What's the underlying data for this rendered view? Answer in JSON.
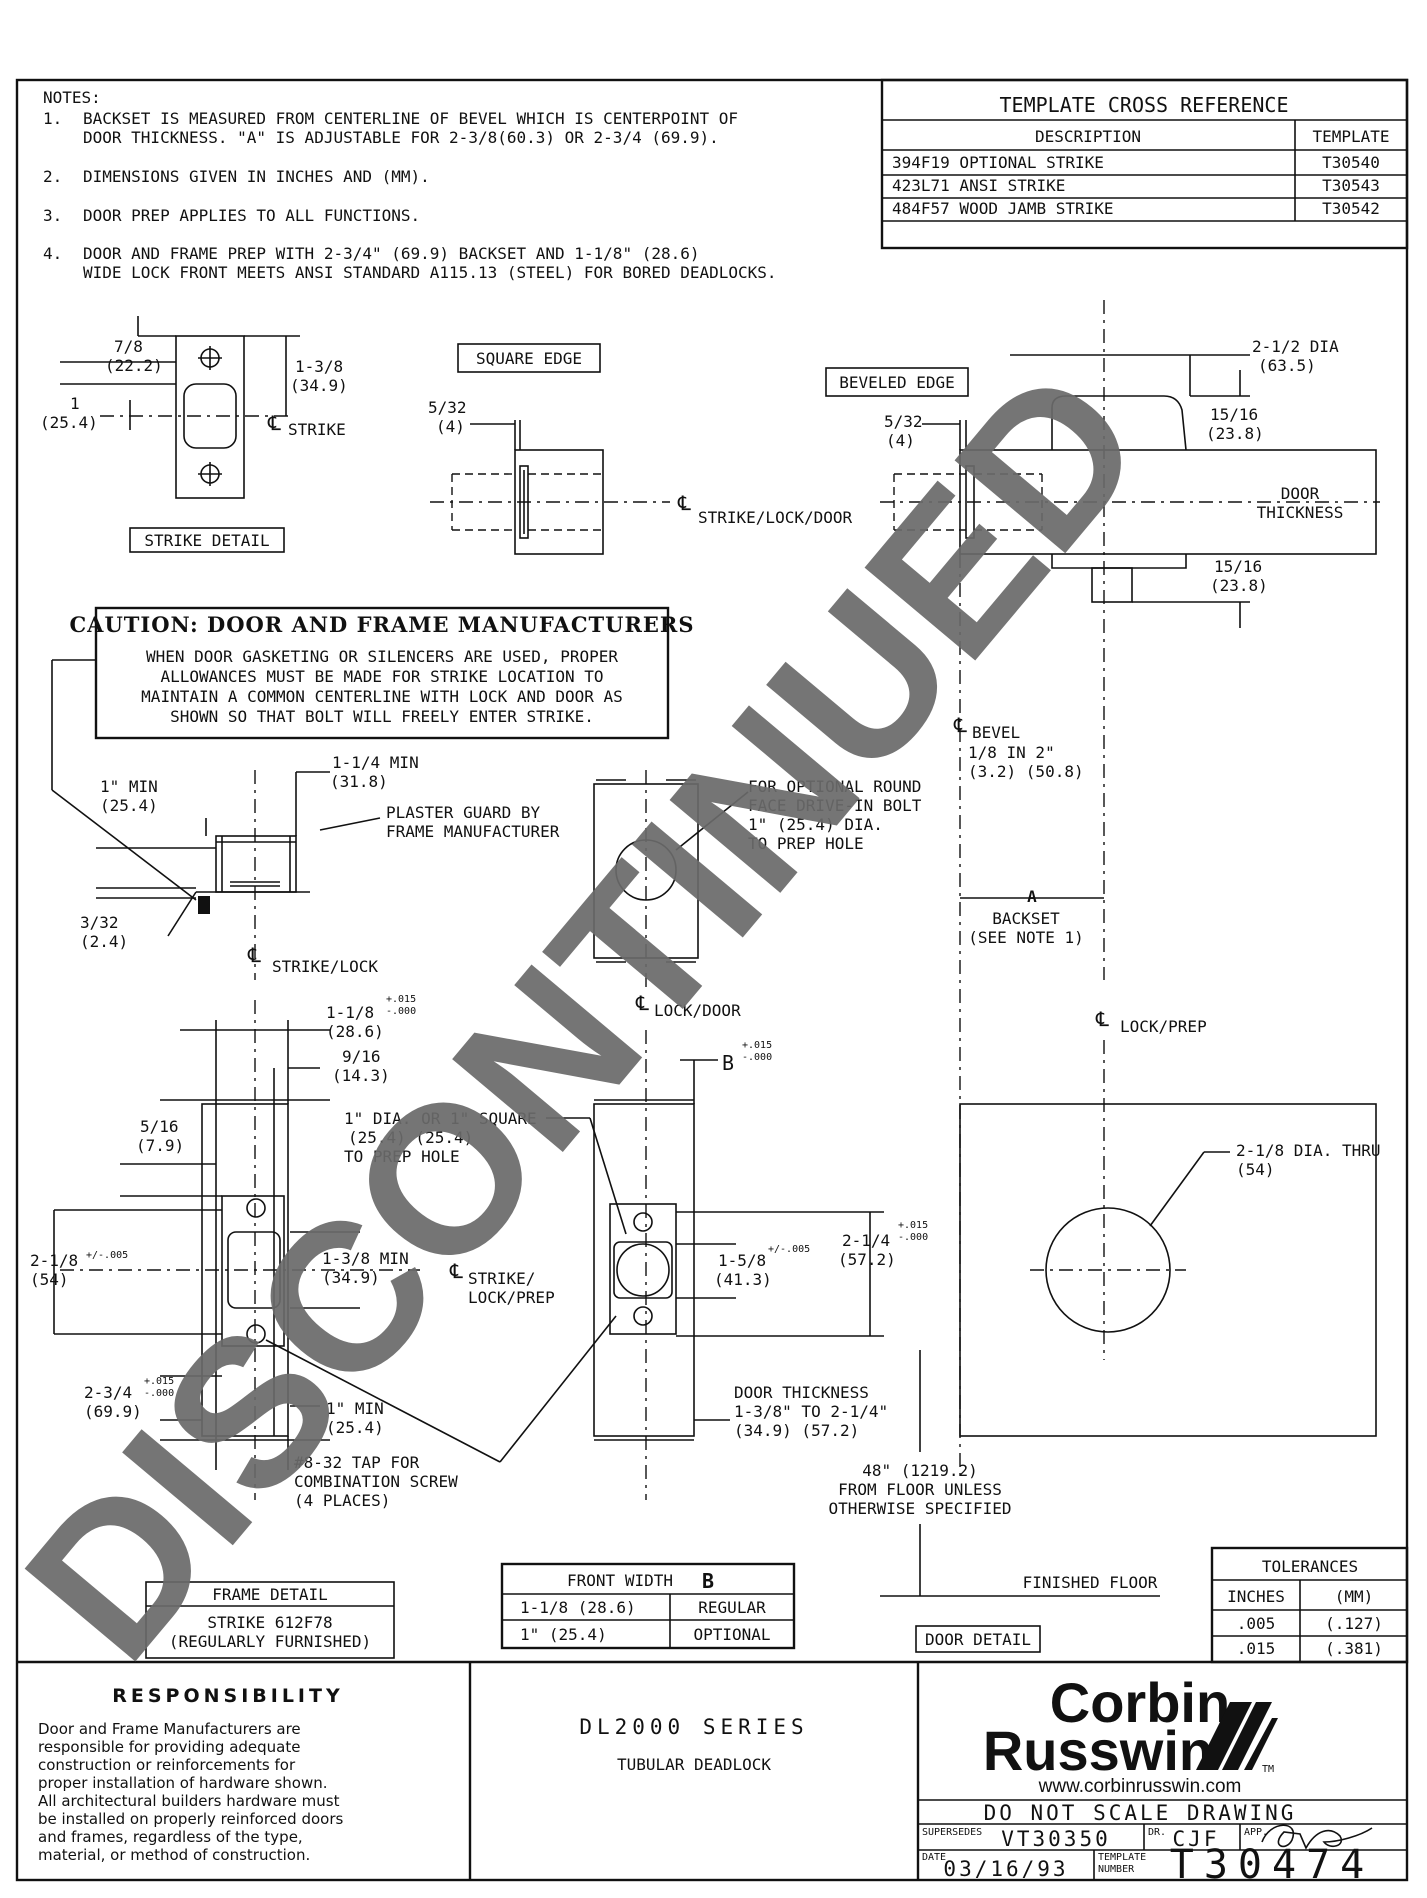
{
  "notes": {
    "heading": "NOTES:",
    "items": [
      {
        "num": "1.",
        "line1": "BACKSET IS MEASURED FROM CENTERLINE OF BEVEL WHICH IS CENTERPOINT OF",
        "line2": "DOOR THICKNESS.  \"A\" IS ADJUSTABLE FOR 2-3/8(60.3) OR 2-3/4 (69.9)."
      },
      {
        "num": "2.",
        "line1": "DIMENSIONS GIVEN IN INCHES AND (MM).",
        "line2": ""
      },
      {
        "num": "3.",
        "line1": "DOOR PREP APPLIES TO ALL FUNCTIONS.",
        "line2": ""
      },
      {
        "num": "4.",
        "line1": "DOOR AND FRAME PREP WITH 2-3/4\" (69.9) BACKSET AND 1-1/8\" (28.6)",
        "line2": "WIDE LOCK FRONT MEETS ANSI STANDARD A115.13 (STEEL) FOR BORED DEADLOCKS."
      }
    ]
  },
  "cross_reference": {
    "title": "TEMPLATE CROSS REFERENCE",
    "col_description": "DESCRIPTION",
    "col_template": "TEMPLATE",
    "rows": [
      {
        "description": "394F19 OPTIONAL STRIKE",
        "template": "T30540"
      },
      {
        "description": "423L71 ANSI STRIKE",
        "template": "T30543"
      },
      {
        "description": "484F57 WOOD JAMB STRIKE",
        "template": "T30542"
      }
    ]
  },
  "strike_detail": {
    "title": "STRIKE DETAIL",
    "d1": "7/8",
    "d1mm": "(22.2)",
    "d2": "1-3/8",
    "d2mm": "(34.9)",
    "d3": "1",
    "d3mm": "(25.4)",
    "cl": "STRIKE"
  },
  "square_edge": {
    "title": "SQUARE EDGE",
    "d": "5/32",
    "dmm": "(4)"
  },
  "beveled_edge": {
    "title": "BEVELED EDGE",
    "d": "5/32",
    "dmm": "(4)",
    "dia": "2-1/2 DIA",
    "diamm": "(63.5)",
    "top": "15/16",
    "topmm": "(23.8)",
    "bottom": "15/16",
    "bottommm": "(23.8)",
    "door1": "DOOR",
    "door2": "THICKNESS",
    "cl": "STRIKE/LOCK/DOOR"
  },
  "caution": {
    "title": "CAUTION:  DOOR AND FRAME MANUFACTURERS",
    "lines": [
      "WHEN DOOR GASKETING OR SILENCERS ARE USED, PROPER",
      "ALLOWANCES MUST BE MADE FOR STRIKE LOCATION TO",
      "MAINTAIN A COMMON CENTERLINE WITH LOCK AND DOOR AS",
      "SHOWN SO THAT BOLT WILL FREELY ENTER STRIKE."
    ]
  },
  "frame_section": {
    "min1": "1\" MIN",
    "min1mm": "(25.4)",
    "min2": "1-1/4 MIN",
    "min2mm": "(31.8)",
    "plaster1": "PLASTER GUARD BY",
    "plaster2": "FRAME MANUFACTURER",
    "gap": "3/32",
    "gapmm": "(2.4)",
    "cl": "STRIKE/LOCK"
  },
  "round_face": {
    "l1": "FOR OPTIONAL ROUND",
    "l2": "FACE DRIVE-IN BOLT",
    "l3": "1\" (25.4) DIA.",
    "l4": "TO PREP HOLE"
  },
  "bevel": {
    "cl": "BEVEL",
    "l1": "1/8 IN 2\"",
    "l2": "(3.2) (50.8)"
  },
  "backset": {
    "a": "A",
    "l1": "BACKSET",
    "l2": "(SEE NOTE 1)"
  },
  "frame_detail": {
    "title": "FRAME DETAIL",
    "strike": "STRIKE 612F78",
    "furnished": "(REGULARLY FURNISHED)",
    "w1": "1-1/8",
    "w1tol": "+.015",
    "w1tol2": "-.000",
    "w1mm": "(28.6)",
    "w2": "9/16",
    "w2mm": "(14.3)",
    "h1": "5/16",
    "h1mm": "(7.9)",
    "h2": "2-1/8",
    "h2tol": "+/-.005",
    "h2mm": "(54)",
    "h3": "1-3/8 MIN",
    "h3mm": "(34.9)",
    "h4": "2-3/4",
    "h4tol": "+.015",
    "h4tol2": "-.000",
    "h4mm": "(69.9)",
    "min": "1\" MIN",
    "minmm": "(25.4)",
    "tap1": "#8-32 TAP FOR",
    "tap2": "COMBINATION SCREW",
    "tap3": "(4 PLACES)"
  },
  "lock_front": {
    "cl": "LOCK/DOOR",
    "b": "B",
    "btol": "+.015",
    "btol2": "-.000",
    "sq1": "1\" DIA. OR 1\" SQUARE",
    "sq2": "(25.4)   (25.4)",
    "sq3": "TO PREP HOLE",
    "cl2a": "STRIKE/",
    "cl2b": "LOCK/PREP",
    "h": "1-5/8",
    "htol": "+/-.005",
    "hmm": "(41.3)",
    "h2": "2-1/4",
    "h2tol": "+.015",
    "h2tol2": "-.000",
    "h2mm": "(57.2)",
    "dt1": "DOOR THICKNESS",
    "dt2": "1-3/8\" TO 2-1/4\"",
    "dt3": "(34.9)   (57.2)",
    "fl1": "48\" (1219.2)",
    "fl2": "FROM FLOOR UNLESS",
    "fl3": "OTHERWISE SPECIFIED",
    "floor": "FINISHED FLOOR"
  },
  "door_detail": {
    "title": "DOOR DETAIL",
    "cl": "LOCK/PREP",
    "hole": "2-1/8 DIA. THRU",
    "holemm": "(54)"
  },
  "front_width": {
    "title": "FRONT WIDTH",
    "b": "B",
    "rows": [
      {
        "size": "1-1/8 (28.6)",
        "type": "REGULAR"
      },
      {
        "size": "1\" (25.4)",
        "type": "OPTIONAL"
      }
    ]
  },
  "tolerances": {
    "title": "TOLERANCES",
    "col1": "INCHES",
    "col2": "(MM)",
    "rows": [
      {
        "in": ".005",
        "mm": "(.127)"
      },
      {
        "in": ".015",
        "mm": "(.381)"
      }
    ]
  },
  "responsibility": {
    "title": "RESPONSIBILITY",
    "lines": [
      "Door and Frame Manufacturers are",
      "responsible for providing adequate",
      "construction or reinforcements for",
      "proper installation of hardware shown.",
      "All architectural builders hardware must",
      "be installed on properly reinforced doors",
      "and frames, regardless of the type,",
      "material, or method of construction."
    ]
  },
  "product": {
    "series": "DL2000 SERIES",
    "name": "TUBULAR DEADLOCK"
  },
  "title_block": {
    "brand1": "Corbin",
    "brand2": "Russwin",
    "tm": "TM",
    "url": "www.corbinrusswin.com",
    "warning": "DO NOT SCALE DRAWING",
    "supersedes_label": "SUPERSEDES",
    "supersedes": "VT30350",
    "dr_label": "DR.",
    "dr": "CJF",
    "app_label": "APP.",
    "date_label": "DATE",
    "date": "03/16/93",
    "template_label1": "TEMPLATE",
    "template_label2": "NUMBER",
    "template": "T30474"
  },
  "watermark": "DISCONTINUED"
}
